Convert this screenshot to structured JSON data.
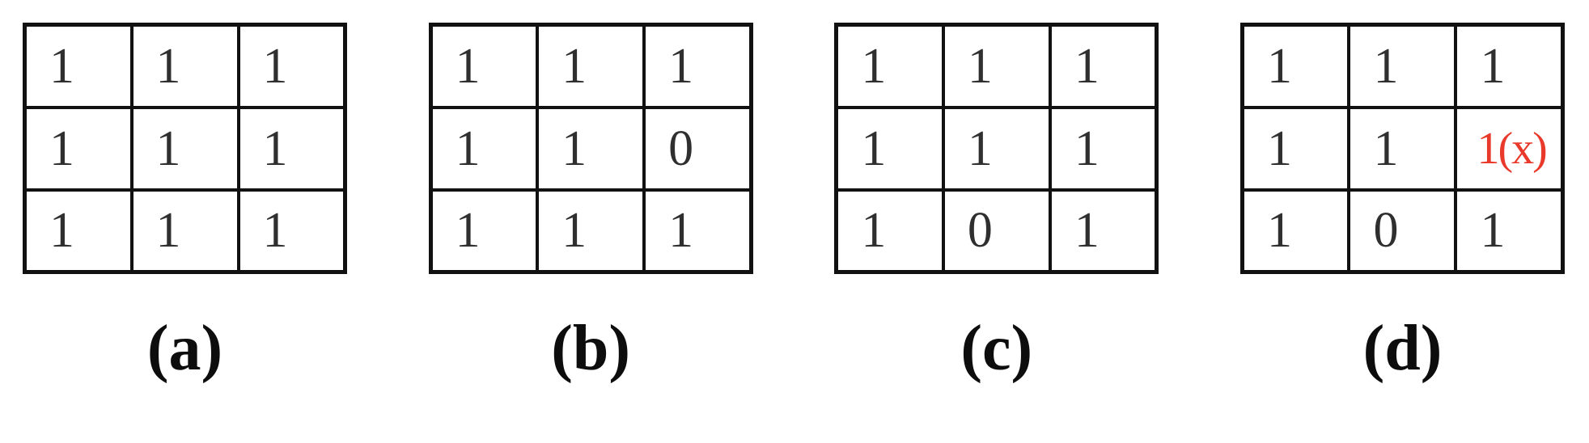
{
  "panels": [
    {
      "label": "(a)",
      "grid": [
        [
          "1",
          "1",
          "1"
        ],
        [
          "1",
          "1",
          "1"
        ],
        [
          "1",
          "1",
          "1"
        ]
      ]
    },
    {
      "label": "(b)",
      "grid": [
        [
          "1",
          "1",
          "1"
        ],
        [
          "1",
          "1",
          "0"
        ],
        [
          "1",
          "1",
          "1"
        ]
      ]
    },
    {
      "label": "(c)",
      "grid": [
        [
          "1",
          "1",
          "1"
        ],
        [
          "1",
          "1",
          "1"
        ],
        [
          "1",
          "0",
          "1"
        ]
      ]
    },
    {
      "label": "(d)",
      "grid": [
        [
          "1",
          "1",
          "1"
        ],
        [
          "1",
          "1",
          "1(x)"
        ],
        [
          "1",
          "0",
          "1"
        ]
      ],
      "highlight": {
        "row": 1,
        "col": 2,
        "text": "1(x)",
        "color": "#e8392b"
      }
    }
  ],
  "colors": {
    "background": "#ffffff",
    "grid_border": "#111111",
    "digit": "#2f2f2f",
    "highlight_red": "#e8392b",
    "label": "#0d0d0d"
  }
}
